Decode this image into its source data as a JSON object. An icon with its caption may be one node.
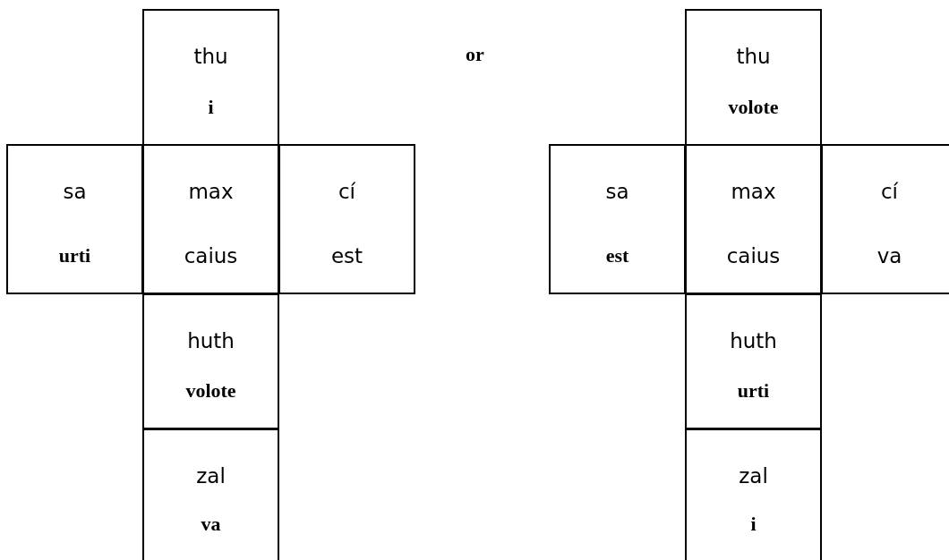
{
  "diagram": {
    "nodes": [
      {
        "text": [
          "thu",
          "i"
        ]
      },
      {
        "text": [
          "sa",
          "urti"
        ]
      },
      {
        "text": [
          "max",
          "caius"
        ]
      },
      {
        "text": [
          "cí",
          "est"
        ]
      },
      {
        "text": [
          "huth",
          "volote"
        ]
      },
      {
        "text": [
          "zal",
          "va"
        ]
      },
      {
        "text": [
          "thu",
          "volote"
        ]
      },
      {
        "text": [
          "sa",
          "est"
        ]
      },
      {
        "text": [
          "max",
          "caius"
        ]
      },
      {
        "text": [
          "cí",
          "va"
        ]
      },
      {
        "text": [
          "huth",
          "urti"
        ]
      },
      {
        "text": [
          "zal",
          "i"
        ]
      }
    ],
    "labels": [
      "or"
    ]
  }
}
